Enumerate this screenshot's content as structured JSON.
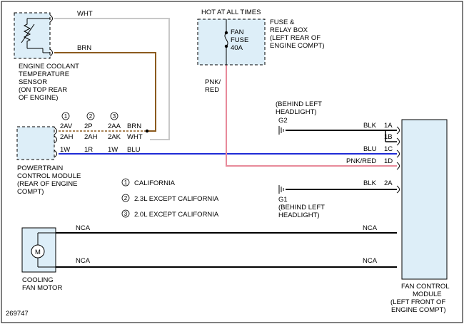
{
  "diagram_id": "269747",
  "colors": {
    "wht_wire": "#c8c8c8",
    "brn_wire": "#8b5a1e",
    "blu_wire": "#1f2bd6",
    "pnk_red_wire": "#e88a9a",
    "blk_wire": "#000000",
    "component_fill": "#ddeef8"
  },
  "sensor": {
    "label_lines": [
      "ENGINE COOLANT",
      "TEMPERATURE",
      "SENSOR",
      "(ON TOP REAR",
      "OF ENGINE)"
    ],
    "wire_top": "WHT",
    "wire_bottom": "BRN"
  },
  "fuse_box": {
    "header": "HOT AT ALL TIMES",
    "label_lines": [
      "FUSE &",
      "RELAY BOX",
      "(LEFT REAR OF",
      "ENGINE COMPT)"
    ],
    "fuse_lines": [
      "FAN",
      "FUSE",
      "40A"
    ],
    "wire_label_lines": [
      "PNK/",
      "RED"
    ]
  },
  "pcm": {
    "label_lines": [
      "POWERTRAIN",
      "CONTROL MODULE",
      "(REAR OF ENGINE",
      "COMPT)"
    ],
    "variant_markers": [
      "1",
      "2",
      "3"
    ],
    "pin_rows": [
      {
        "cols": [
          "2AV",
          "2P",
          "2AA"
        ],
        "wire": "BRN"
      },
      {
        "cols": [
          "2AH",
          "2AH",
          "2AK"
        ],
        "wire": "WHT"
      },
      {
        "cols": [
          "1W",
          "1R",
          "1W"
        ],
        "wire": "BLU"
      }
    ]
  },
  "legend": [
    {
      "num": "1",
      "text": "CALIFORNIA"
    },
    {
      "num": "2",
      "text": "2.3L EXCEPT CALIFORNIA"
    },
    {
      "num": "3",
      "text": "2.0L EXCEPT CALIFORNIA"
    }
  ],
  "grounds": {
    "g2": {
      "name": "G2",
      "label_lines": [
        "(BEHIND LEFT",
        "HEADLIGHT)"
      ]
    },
    "g1": {
      "name": "G1",
      "label_lines": [
        "(BEHIND LEFT",
        "HEADLIGHT)"
      ]
    }
  },
  "fan_control_module": {
    "label_lines": [
      "FAN CONTROL",
      "MODULE",
      "(LEFT FRONT OF",
      "ENGINE COMPT)"
    ],
    "pins": [
      {
        "wire": "BLK",
        "pin": "1A"
      },
      {
        "wire": "",
        "pin": "1B"
      },
      {
        "wire": "BLU",
        "pin": "1C"
      },
      {
        "wire": "PNK/RED",
        "pin": "1D"
      },
      {
        "wire": "BLK",
        "pin": "2A"
      }
    ]
  },
  "motor": {
    "symbol": "M",
    "label_lines": [
      "COOLING",
      "FAN MOTOR"
    ],
    "wire_top_left": "NCA",
    "wire_top_right": "NCA",
    "wire_bottom_left": "NCA",
    "wire_bottom_right": "NCA"
  }
}
